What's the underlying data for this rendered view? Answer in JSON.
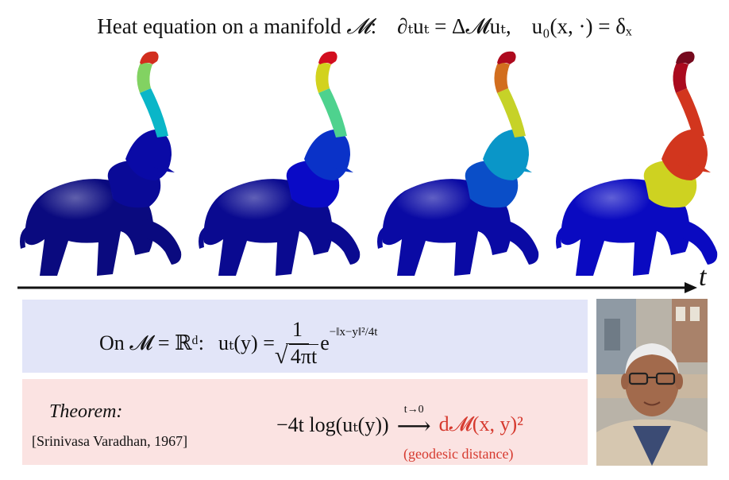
{
  "title": {
    "lead": "Heat equation on a manifold ",
    "M": "𝓜",
    "colon": ":",
    "pde": "∂ₜuₜ = Δ𝓜uₜ,",
    "initial": "u₀(x, ·) = δₓ"
  },
  "axis": {
    "label": "t"
  },
  "colors": {
    "blue_panel": "#e2e5f8",
    "red_panel": "#fbe3e2",
    "accent_red": "#d63a2f",
    "mesh_cold": "#0a1790",
    "mesh_hot": "#c8201a"
  },
  "elephants": [
    {
      "heat_level": 0.15
    },
    {
      "heat_level": 0.35
    },
    {
      "heat_level": 0.6
    },
    {
      "heat_level": 0.95
    }
  ],
  "euclid": {
    "lhs": "On 𝓜 = ℝᵈ:",
    "u": "uₜ(y) =",
    "num": "1",
    "den": "4πt",
    "e": "e",
    "exponent": "−‖x−y‖²/4t"
  },
  "theorem": {
    "label": "Theorem:",
    "citation": "[Srinivasa Varadhan, 1967]",
    "lhs": "−4t log(uₜ(y))",
    "limit": "t→0",
    "arrow": "⟶",
    "rhs": "d𝓜(x, y)²",
    "note": "(geodesic distance)"
  }
}
